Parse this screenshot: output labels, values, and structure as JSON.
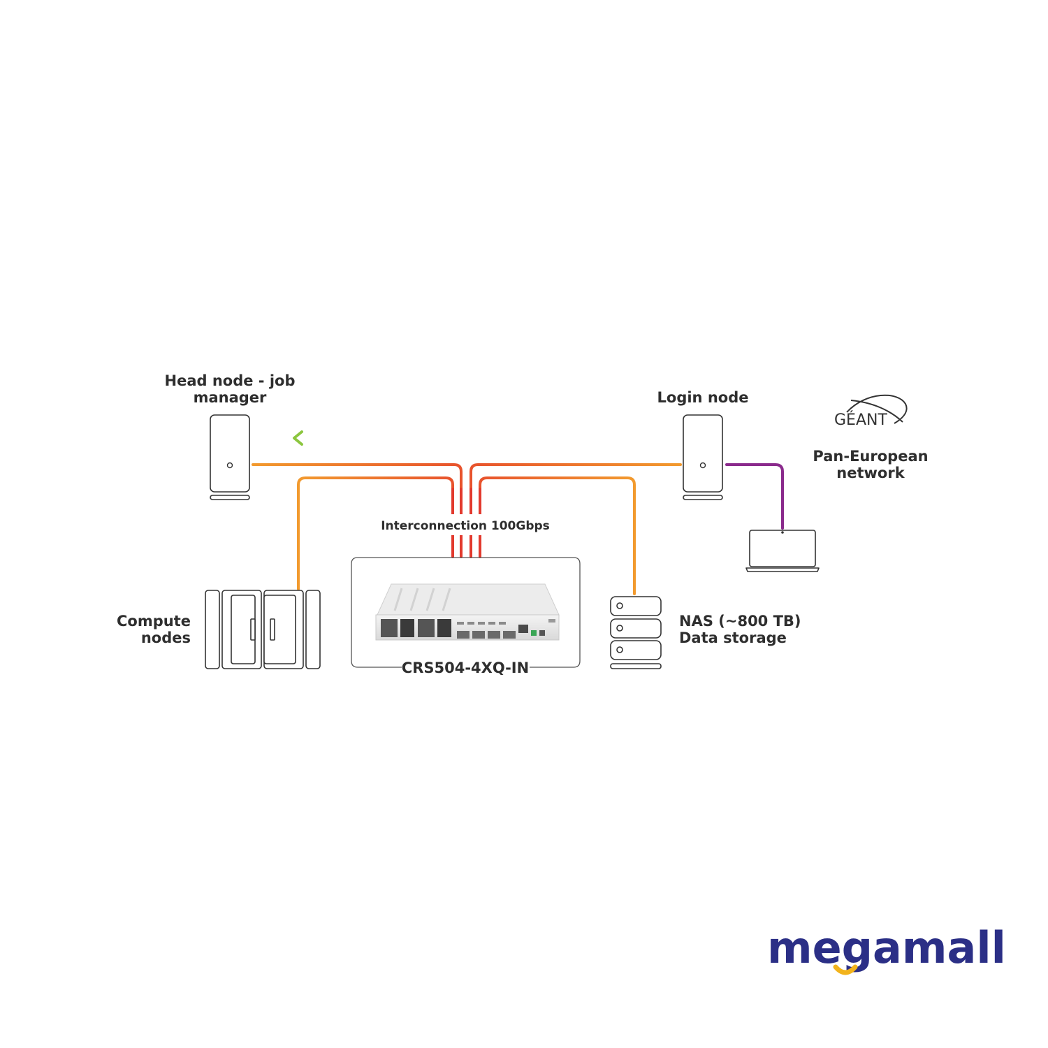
{
  "labels": {
    "head_node": [
      "Head node - job",
      "manager"
    ],
    "login_node": "Login node",
    "compute_nodes": [
      "Compute",
      "nodes"
    ],
    "nas": [
      "NAS (~800 TB)",
      "Data storage"
    ],
    "interconnect": "Interconnection 100Gbps",
    "switch_model": "CRS504-4XQ-IN",
    "network": [
      "Pan-European",
      "network"
    ]
  },
  "logos": {
    "geant": "GÉANT",
    "brand": "megamall"
  },
  "colors": {
    "green_link": "#3aa655",
    "blue_link": "#2a9fd8",
    "orange_link": "#f0922b",
    "red_link": "#e23a2e",
    "purple_link": "#8a2a8c",
    "brand": "#2b2f86",
    "brand_accent": "#f2b31c"
  },
  "icons": [
    "server-tower-icon",
    "laptop-icon",
    "rack-cabinet-icon",
    "nas-storage-icon",
    "network-switch-icon",
    "geant-logo",
    "megamall-logo"
  ]
}
